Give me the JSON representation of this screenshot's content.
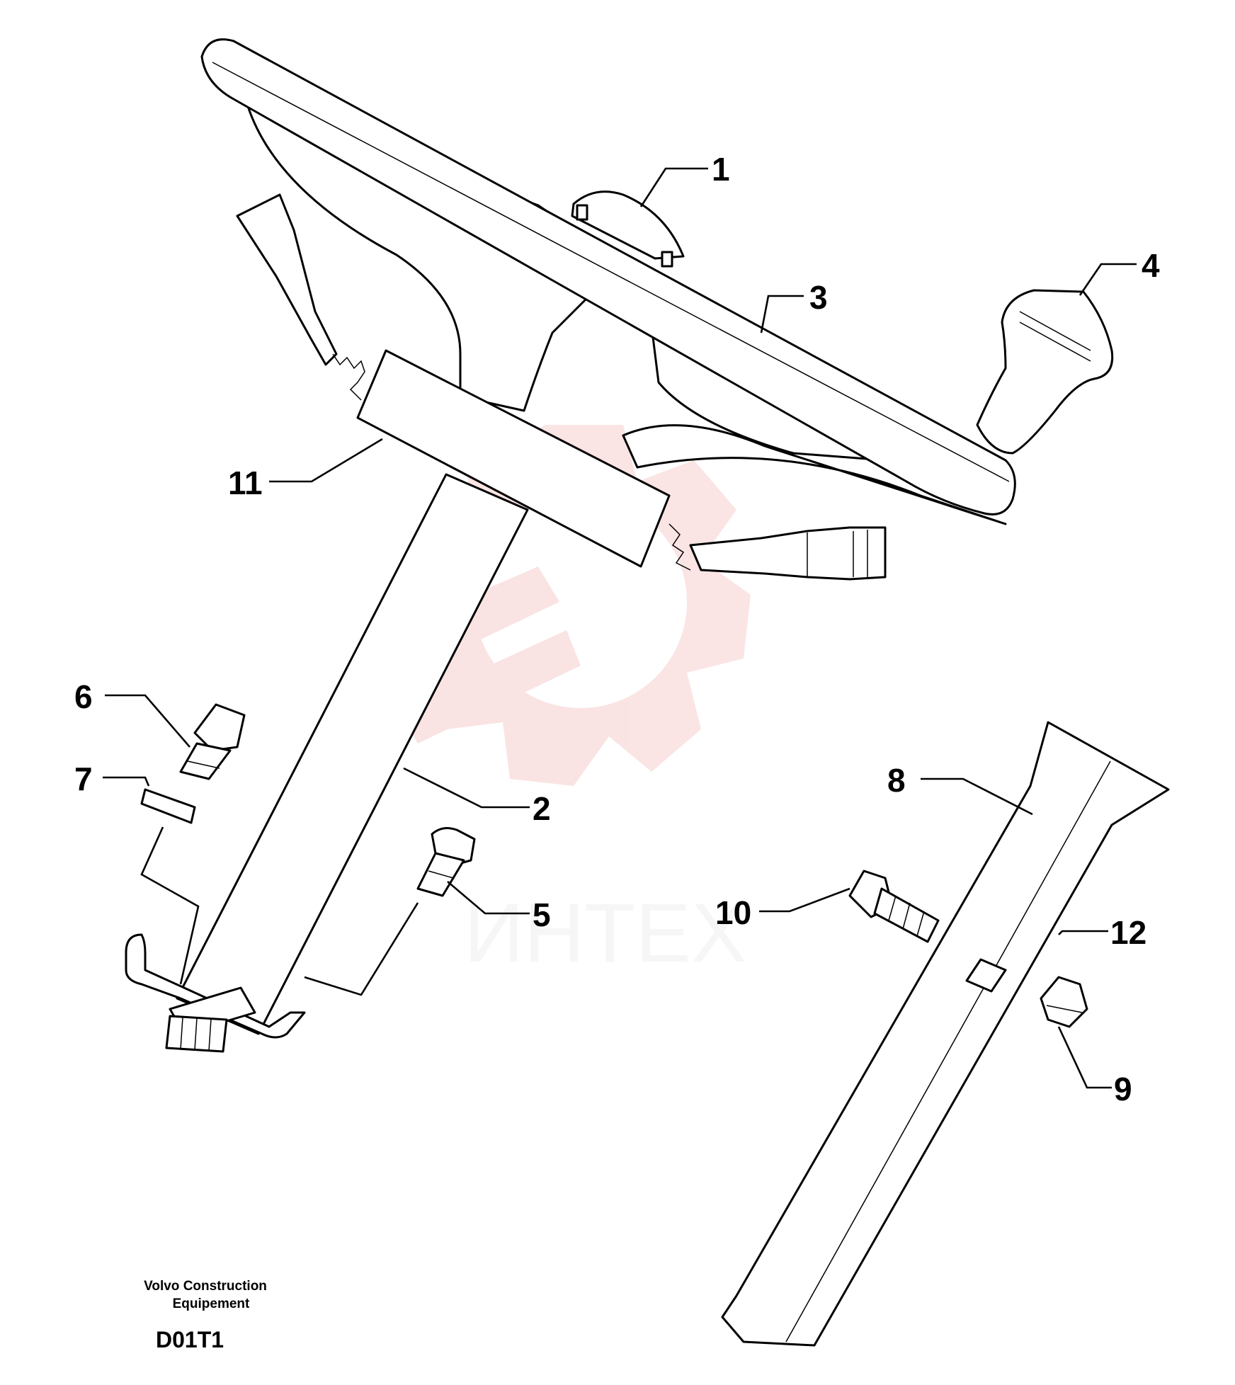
{
  "diagram": {
    "callouts": [
      {
        "id": "c1",
        "label": "1"
      },
      {
        "id": "c2",
        "label": "2"
      },
      {
        "id": "c3",
        "label": "3"
      },
      {
        "id": "c4",
        "label": "4"
      },
      {
        "id": "c5",
        "label": "5"
      },
      {
        "id": "c6",
        "label": "6"
      },
      {
        "id": "c7",
        "label": "7"
      },
      {
        "id": "c8",
        "label": "8"
      },
      {
        "id": "c9",
        "label": "9"
      },
      {
        "id": "c10",
        "label": "10"
      },
      {
        "id": "c11",
        "label": "11"
      },
      {
        "id": "c12",
        "label": "12"
      }
    ]
  },
  "footer": {
    "company_line1": "Volvo Construction",
    "company_line2": "Equipement",
    "code": "D01T1"
  },
  "watermark": {
    "text": "ИНТЕХ",
    "color": "#e03030"
  }
}
